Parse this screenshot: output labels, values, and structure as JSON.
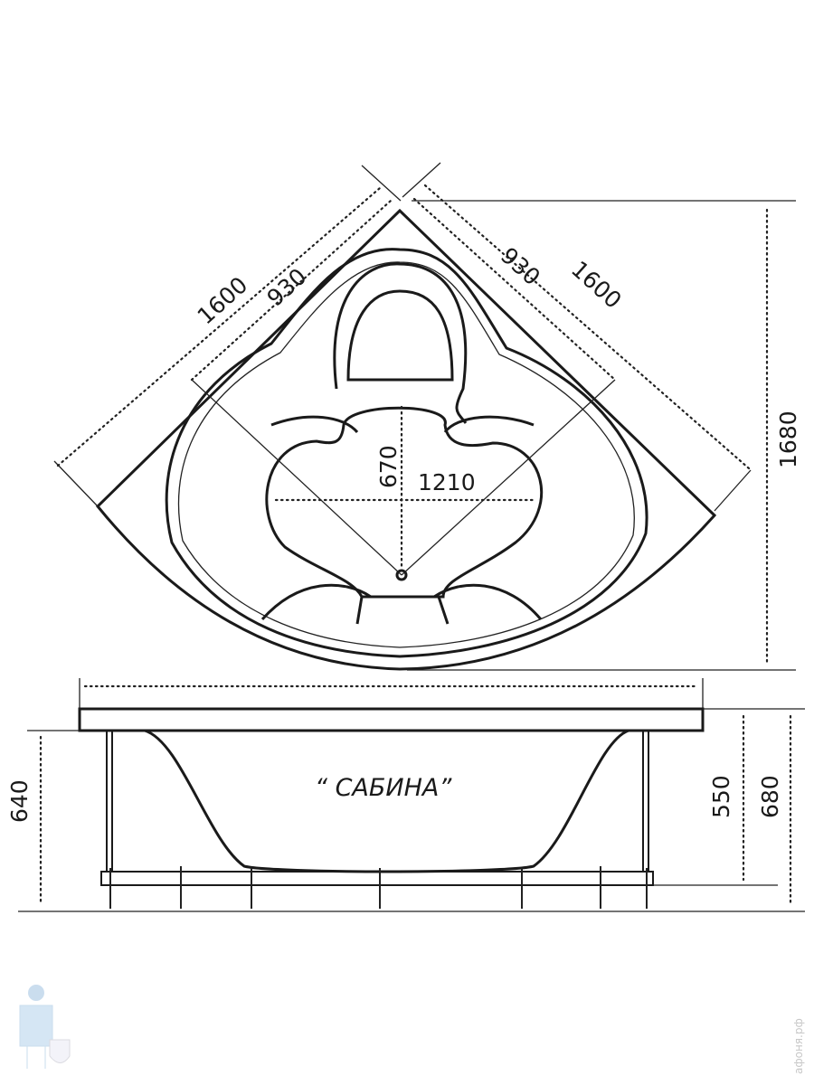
{
  "title": "“ САБИНА”",
  "dimensions": {
    "left_outer": "1600",
    "left_inner": "930",
    "right_inner": "930",
    "right_outer": "1600",
    "depth_total": "1680",
    "bowl_depth": "670",
    "bowl_width": "1210",
    "height_left": "640",
    "height_inner": "550",
    "height_total": "680"
  },
  "watermark": "афоня.рф",
  "colors": {
    "line": "#1a1a1a",
    "watermark": "#c8c8c8"
  }
}
